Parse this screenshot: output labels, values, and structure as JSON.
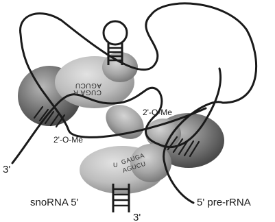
{
  "diagram": {
    "labels": {
      "three_prime_left": "3'",
      "snorna_5prime": "snoRNA 5'",
      "three_prime_bottom": "3'",
      "pre_rrna_5prime": "5' pre-rRNA",
      "two_o_me_left": "2'-O-Me",
      "two_o_me_right": "2'-O-Me"
    },
    "box_sequences": {
      "upper_box_top": "AGUCU",
      "upper_box_bottom": "CUGA",
      "upper_box_marker": "R",
      "lower_box_top": "GAUGA",
      "lower_box_bottom": "AGUCU",
      "lower_box_marker": "U"
    }
  }
}
